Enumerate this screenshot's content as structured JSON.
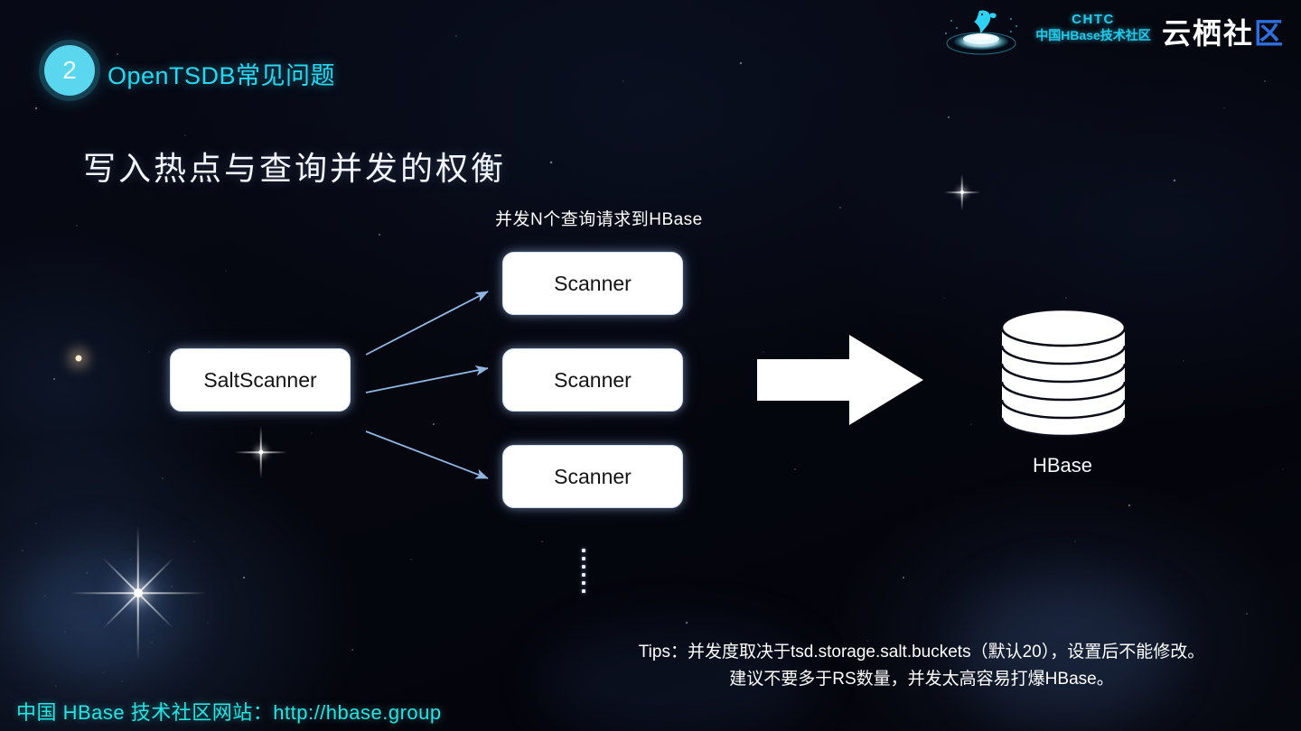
{
  "branding": {
    "dolphin_logo_name": "chtc-dolphin-logo",
    "chtc_abbrev": "CHTC",
    "chtc_full": "中国HBase技术社区",
    "yunqi_prefix": "云栖社",
    "yunqi_accent": "区",
    "accent_cyan": "#29d8f0",
    "accent_blue": "#2f6fe0"
  },
  "section": {
    "number": "2",
    "title": "OpenTSDB常见问题"
  },
  "heading": "写入热点与查询并发的权衡",
  "diagram": {
    "flow_label": "并发N个查询请求到HBase",
    "source_node": "SaltScanner",
    "scanner_nodes": [
      "Scanner",
      "Scanner",
      "Scanner"
    ],
    "ellipsis_dot_count": 6,
    "storage_label": "HBase",
    "arrow_color": "#8fb6e2",
    "node_fill": "#ffffff",
    "node_text_color": "#141414"
  },
  "tips": {
    "line1": "Tips：并发度取决于tsd.storage.salt.buckets（默认20），设置后不能修改。",
    "line2": "建议不要多于RS数量，并发太高容易打爆HBase。"
  },
  "footer": {
    "link_text": "中国 HBase 技术社区网站：http://hbase.group"
  }
}
